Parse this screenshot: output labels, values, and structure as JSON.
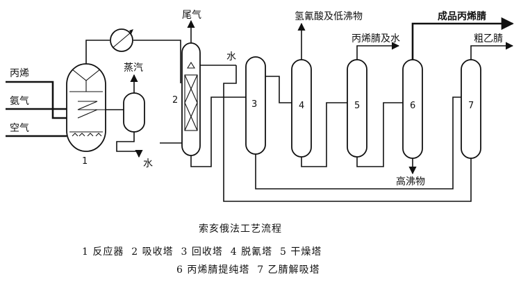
{
  "inputs": {
    "propylene": "丙烯",
    "ammonia": "氨气",
    "air": "空气"
  },
  "outputs": {
    "tail_gas": "尾气",
    "hcn_low_boilers": "氢氰酸及低沸物",
    "acrylonitrile_water": "丙烯腈及水",
    "product": "成品丙烯腈",
    "crude_acetonitrile": "粗乙腈",
    "high_boilers": "高沸物"
  },
  "streams": {
    "steam": "蒸汽",
    "water_in": "水",
    "water_out": "水"
  },
  "units": {
    "u1": "1",
    "u2": "2",
    "u3": "3",
    "u4": "4",
    "u5": "5",
    "u6": "6",
    "u7": "7"
  },
  "caption": {
    "title": "索亥俄法工艺流程",
    "legend_line1": "1 反应器  2 吸收塔  3 回收塔  4 脱氰塔  5 干燥塔",
    "legend_line2": "6 丙烯腈提纯塔  7 乙腈解吸塔"
  }
}
